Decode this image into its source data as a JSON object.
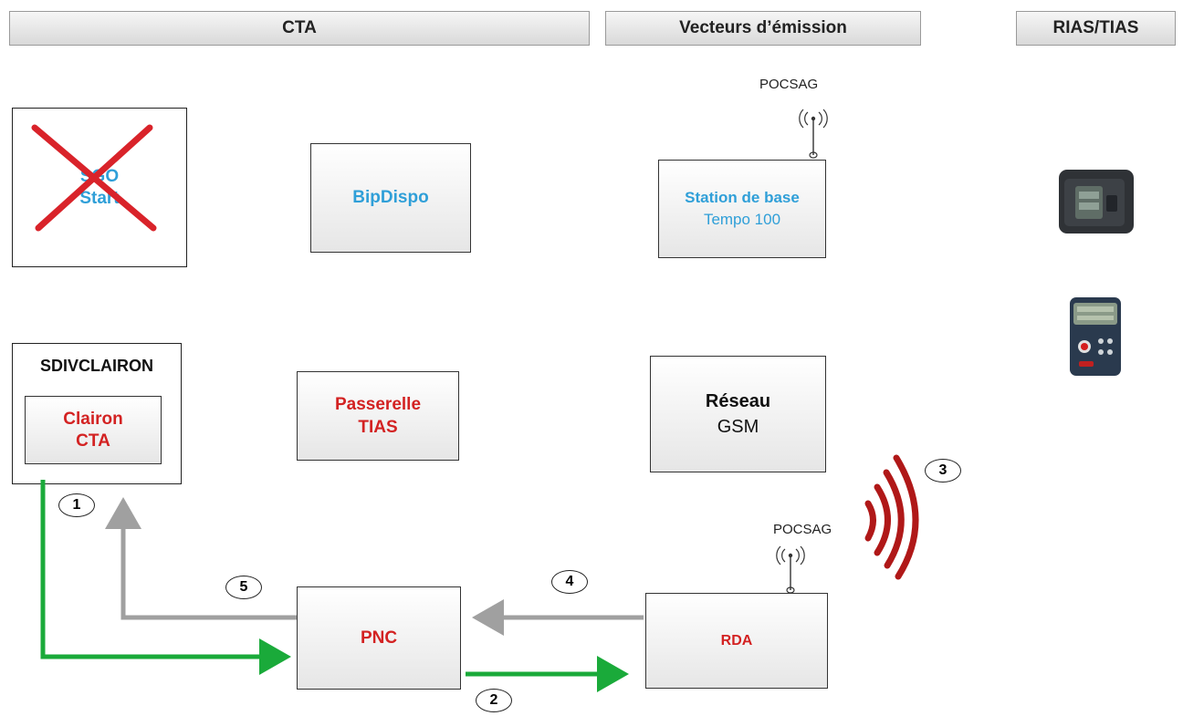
{
  "headers": {
    "cta": "CTA",
    "vecteurs": "Vecteurs d’émission",
    "rias": "RIAS/TIAS"
  },
  "boxes": {
    "sgo_line1": "SGO",
    "sgo_line2": "Start",
    "bipdispo": "BipDispo",
    "station_line1": "Station de base",
    "station_line2": "Tempo 100",
    "sdiv_title": "SDIVCLAIRON",
    "clairon_line1": "Clairon",
    "clairon_line2": "CTA",
    "passerelle_line1": "Passerelle",
    "passerelle_line2": "TIAS",
    "reseau_line1": "Réseau",
    "reseau_line2": "GSM",
    "pnc": "PNC",
    "rda": "RDA"
  },
  "labels": {
    "pocsag_top": "POCSAG",
    "pocsag_bottom": "POCSAG"
  },
  "steps": [
    "1",
    "2",
    "3",
    "4",
    "5"
  ],
  "colors": {
    "green_arrow": "#1aaa3a",
    "gray_arrow": "#a0a0a0",
    "red_cross": "#d9232a",
    "wave_red": "#b01818"
  },
  "icons": {
    "antenna": "antenna-icon",
    "pager_dark": "pager-device-icon",
    "pager_keypad": "pager-keypad-icon"
  }
}
